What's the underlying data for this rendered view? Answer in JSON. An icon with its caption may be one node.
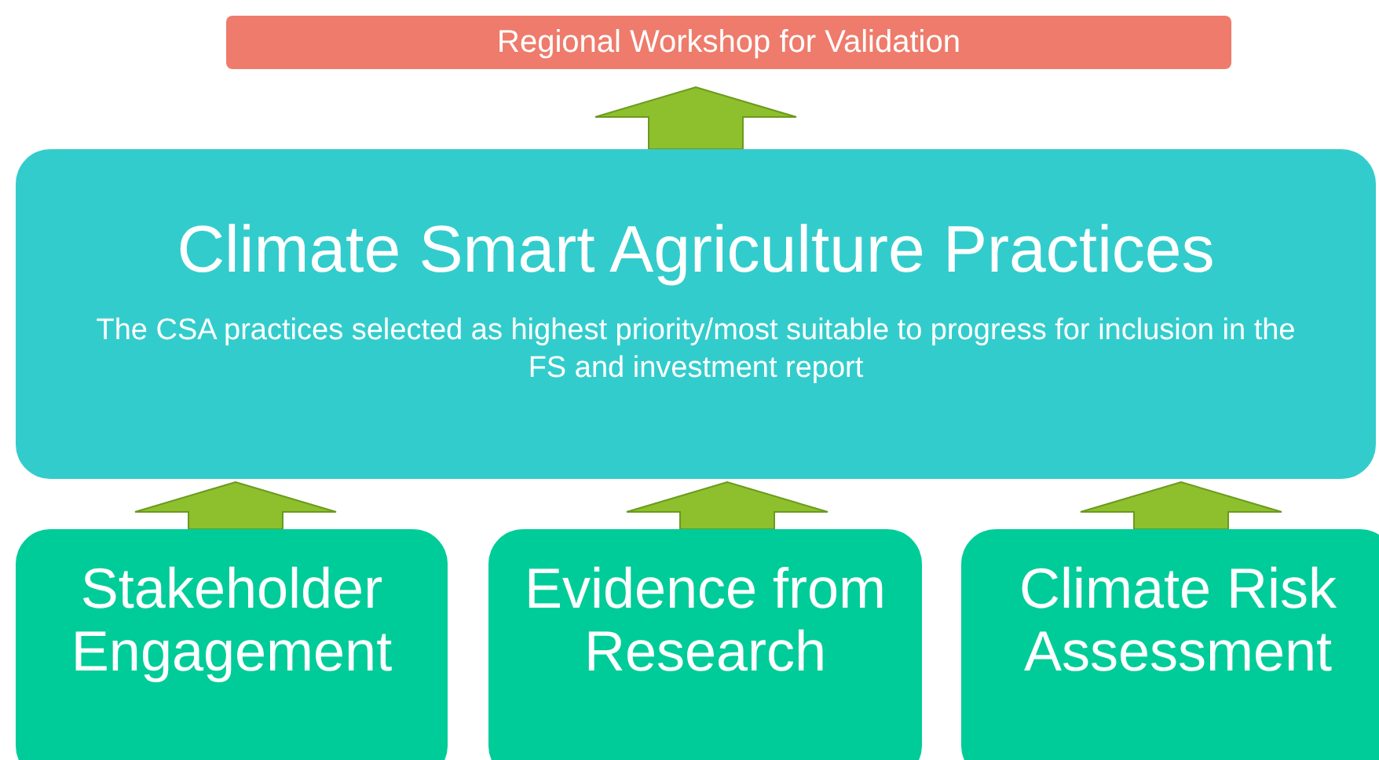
{
  "diagram": {
    "nodes": [
      {
        "text": [
          "Regional Workshop for Validation"
        ]
      },
      {
        "text": [
          "Climate Smart Agriculture Practices",
          "The CSA practices selected as highest priority/most suitable to progress for inclusion in the FS and investment report"
        ]
      },
      {
        "text": [
          "Stakeholder Engagement"
        ]
      },
      {
        "text": [
          "Evidence from Research"
        ]
      },
      {
        "text": [
          "Climate Risk Assessment"
        ]
      }
    ],
    "edges": [
      {
        "from": 1,
        "to": 0,
        "arrow": "to"
      },
      {
        "from": 2,
        "to": 1,
        "arrow": "to"
      },
      {
        "from": 3,
        "to": 1,
        "arrow": "to"
      },
      {
        "from": 4,
        "to": 1,
        "arrow": "to"
      }
    ]
  }
}
